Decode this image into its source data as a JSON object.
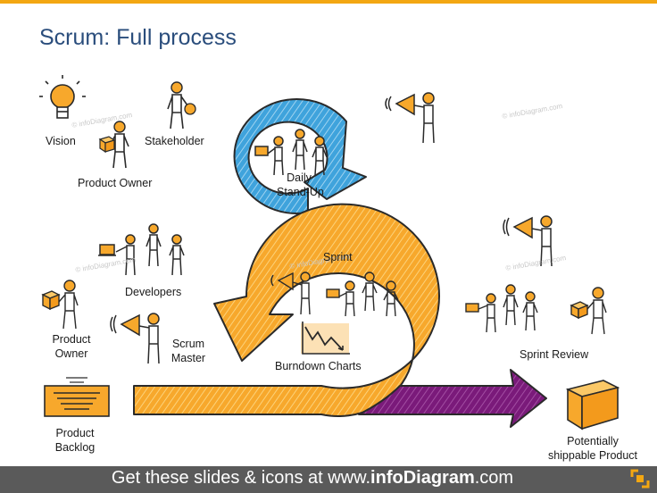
{
  "title": "Scrum: Full process",
  "labels": {
    "vision": "Vision",
    "stakeholder": "Stakeholder",
    "product_owner_top": "Product Owner",
    "daily_standup_1": "Daily",
    "daily_standup_2": "Stand-Up",
    "sprint": "Sprint",
    "developers": "Developers",
    "product_owner_left_1": "Product",
    "product_owner_left_2": "Owner",
    "scrum_master_1": "Scrum",
    "scrum_master_2": "Master",
    "burndown_charts": "Burndown Charts",
    "sprint_review": "Sprint Review",
    "product_backlog_1": "Product",
    "product_backlog_2": "Backlog",
    "potentially_1": "Potentially",
    "potentially_2": "shippable Product"
  },
  "watermark": "© infoDiagram.com",
  "footer": {
    "prefix": "Get these slides & icons at www.",
    "brand": "infoDiagram",
    "suffix": ".com"
  },
  "colors": {
    "orange": "#f7a82c",
    "blue": "#3fa3dc",
    "purple": "#7a1a7a",
    "title": "#2a4d7c",
    "footer_bg": "#5a5a5a",
    "accent_bar": "#f3a712"
  }
}
